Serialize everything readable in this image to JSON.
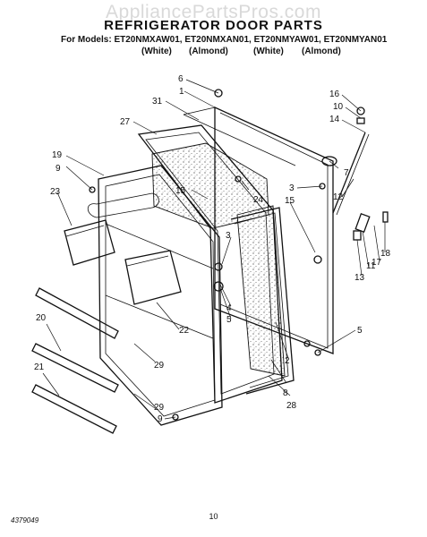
{
  "header": {
    "watermark": "AppliancePartsPros.com",
    "title": "REFRIGERATOR DOOR PARTS",
    "models_line": "For Models: ET20NMXAW01, ET20NMXAN01, ET20NMYAW01, ET20NMYAN01",
    "colors": [
      "(White)",
      "(Almond)",
      "(White)",
      "(Almond)"
    ]
  },
  "callouts": {
    "c1": "1",
    "c2": "2",
    "c3a": "3",
    "c3b": "3",
    "c4": "4",
    "c5a": "5",
    "c5b": "5",
    "c6": "6",
    "c7": "7",
    "c8": "8",
    "c9a": "9",
    "c9b": "9",
    "c10": "10",
    "c11": "11",
    "c12": "12",
    "c13": "13",
    "c14": "14",
    "c15a": "15",
    "c15b": "15",
    "c16": "16",
    "c17": "17",
    "c18": "18",
    "c19": "19",
    "c20": "20",
    "c21": "21",
    "c22": "22",
    "c23": "23",
    "c24": "24",
    "c27": "27",
    "c28": "28",
    "c29a": "29",
    "c29b": "29",
    "c31": "31"
  },
  "footer": {
    "doc_number": "4379049",
    "page_number": "10"
  }
}
